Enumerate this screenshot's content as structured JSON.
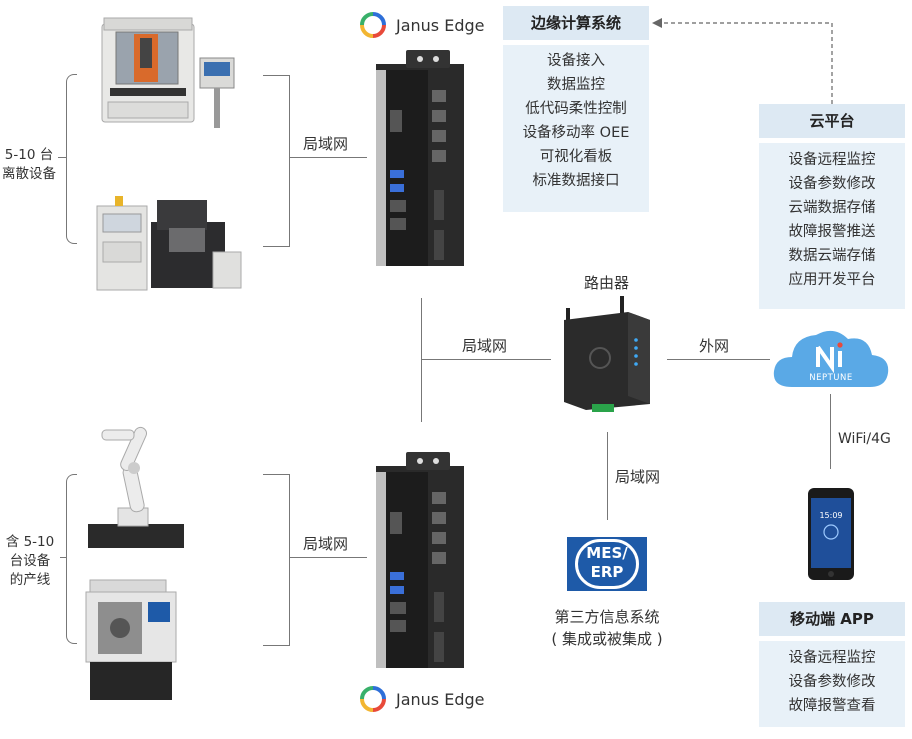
{
  "group_top": {
    "label_line1": "5-10 台",
    "label_line2": "离散设备"
  },
  "group_bottom": {
    "label_line1": "含 5-10",
    "label_line2": "台设备",
    "label_line3": "的产线"
  },
  "lan_labels": {
    "top": "局域网",
    "middle": "局域网",
    "bottom": "局域网",
    "router_down": "局域网"
  },
  "janus_edge": {
    "top_label": "Janus Edge",
    "bottom_label": "Janus Edge"
  },
  "edge_system": {
    "title": "边缘计算系统",
    "items": [
      "设备接入",
      "数据监控",
      "低代码柔性控制",
      "设备移动率 OEE",
      "可视化看板",
      "标准数据接口"
    ]
  },
  "cloud_platform": {
    "title": "云平台",
    "items": [
      "设备远程监控",
      "设备参数修改",
      "云端数据存储",
      "故障报警推送",
      "数据云端存储",
      "应用开发平台"
    ]
  },
  "router": {
    "label": "路由器",
    "wan_label": "外网"
  },
  "neptune": {
    "logo_text": "NEPTUNE",
    "link_label": "WiFi/4G"
  },
  "phone": {
    "time": "15:09"
  },
  "mobile_app": {
    "title": "移动端 APP",
    "items": [
      "设备远程监控",
      "设备参数修改",
      "故障报警查看"
    ]
  },
  "mes": {
    "logo_line1": "MES/",
    "logo_line2": "ERP",
    "label_line1": "第三方信息系统",
    "label_line2": "( 集成或被集成 )"
  },
  "colors": {
    "panel_title_bg": "#dde9f3",
    "panel_body_bg": "#e8f1f8",
    "mes_blue": "#1e5aa8",
    "cloud_blue": "#5aa9e6"
  }
}
